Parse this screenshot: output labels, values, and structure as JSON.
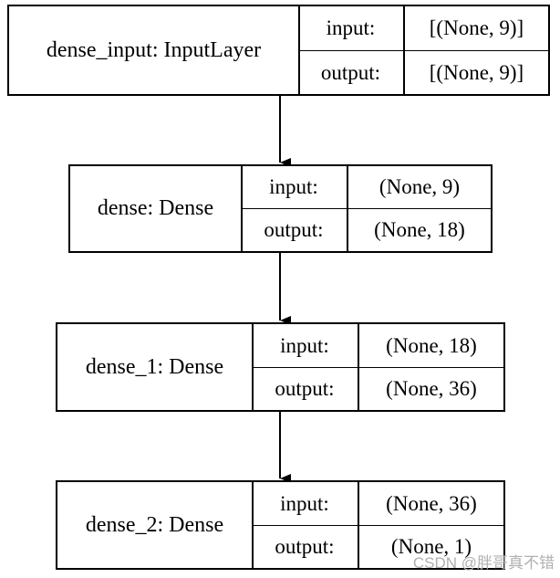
{
  "nodes": [
    {
      "name": "dense_input: InputLayer",
      "input_label": "input:",
      "input_value": "[(None, 9)]",
      "output_label": "output:",
      "output_value": "[(None, 9)]"
    },
    {
      "name": "dense: Dense",
      "input_label": "input:",
      "input_value": "(None, 9)",
      "output_label": "output:",
      "output_value": "(None, 18)"
    },
    {
      "name": "dense_1: Dense",
      "input_label": "input:",
      "input_value": "(None, 18)",
      "output_label": "output:",
      "output_value": "(None, 36)"
    },
    {
      "name": "dense_2: Dense",
      "input_label": "input:",
      "input_value": "(None, 36)",
      "output_label": "output:",
      "output_value": "(None, 1)"
    }
  ],
  "edges": [
    {
      "from": "dense_input: InputLayer",
      "to": "dense: Dense"
    },
    {
      "from": "dense: Dense",
      "to": "dense_1: Dense"
    },
    {
      "from": "dense_1: Dense",
      "to": "dense_2: Dense"
    }
  ],
  "watermark": "CSDN @胖哥真不错"
}
